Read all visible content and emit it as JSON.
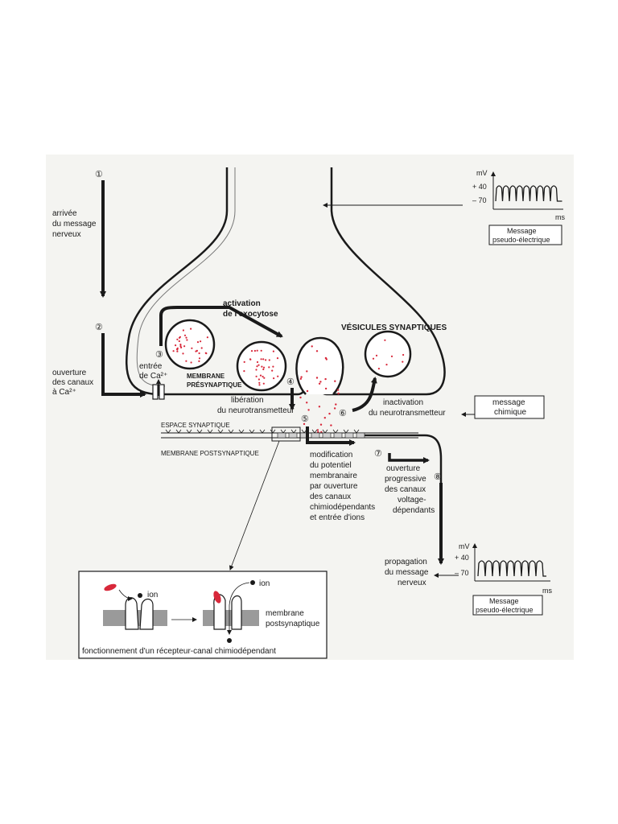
{
  "steps": {
    "s1": "①",
    "s2": "②",
    "s3": "③",
    "s4": "④",
    "s5": "⑤",
    "s6": "⑥",
    "s7": "⑦",
    "s8": "⑧"
  },
  "labels": {
    "arrivee": [
      "arrivée",
      "du message",
      "nerveux"
    ],
    "ouverture_canaux": [
      "ouverture",
      "des canaux",
      "à Ca²⁺"
    ],
    "activation": [
      "activation",
      "de l'exocytose"
    ],
    "vesicules": "VÉSICULES SYNAPTIQUES",
    "entree": [
      "entrée",
      "de Ca²⁺"
    ],
    "membrane_pre": [
      "MEMBRANE",
      "PRÉSYNAPTIQUE"
    ],
    "liberation": [
      "libération",
      "du neurotransmetteur"
    ],
    "inactivation": [
      "inactivation",
      "du neurotransmetteur"
    ],
    "espace": "ESPACE SYNAPTIQUE",
    "membrane_post": "MEMBRANE POSTSYNAPTIQUE",
    "modification": [
      "modification",
      "du potentiel",
      "membranaire",
      "par ouverture",
      "des canaux",
      "chimiodépendants",
      "et entrée d'ions"
    ],
    "ouverture_prog": [
      "ouverture",
      "progressive",
      "des canaux",
      "voltage-",
      "dépendants"
    ],
    "propagation": [
      "propagation",
      "du message",
      "nerveux"
    ],
    "message_chimique": [
      "message",
      "chimique"
    ],
    "message_pseudo": [
      "Message",
      "pseudo-électrique"
    ],
    "axis_mv": "mV",
    "axis_p40": "+ 40",
    "axis_m70": "– 70",
    "axis_ms": "ms",
    "inset_ion": "ion",
    "inset_membrane": [
      "membrane",
      "postsynaptique"
    ],
    "inset_caption": "fonctionnement d'un récepteur-canal chimiodépendant"
  },
  "colors": {
    "ink": "#1a1a1a",
    "neurotransmitter": "#d8283a",
    "membrane_gray": "#9a9a9a",
    "background": "#f4f4f1"
  }
}
